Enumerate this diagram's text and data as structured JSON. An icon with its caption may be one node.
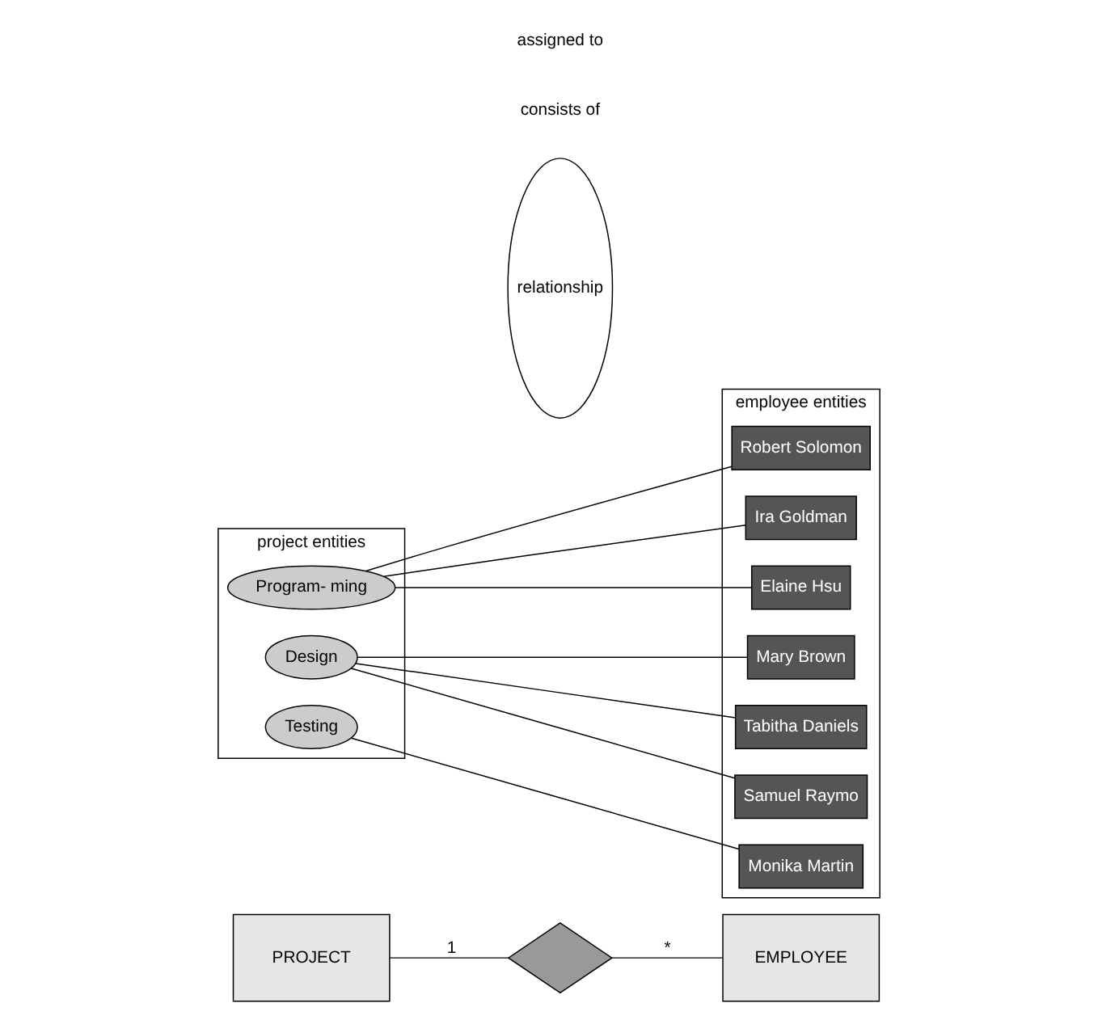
{
  "diagram": {
    "nodes": [
      {
        "text": [
          "PROJECT"
        ]
      },
      {
        "text": [],
        "shape": "diamond"
      },
      {
        "text": [
          "EMPLOYEE"
        ]
      },
      {
        "text": [
          "project entities"
        ]
      },
      {
        "text": [
          "Program- ming"
        ],
        "in": 3
      },
      {
        "text": [
          "Design"
        ],
        "in": 3
      },
      {
        "text": [
          "Testing"
        ],
        "in": 3
      },
      {
        "text": [
          "relationship"
        ]
      },
      {
        "text": [
          "employee entities"
        ]
      },
      {
        "text": [
          "Mary Brown"
        ],
        "in": 8
      },
      {
        "text": [
          "Robert Solomon"
        ],
        "in": 8
      },
      {
        "text": [
          "Tabitha Daniels"
        ],
        "in": 8
      },
      {
        "text": [
          "Monika Martin"
        ],
        "in": 8
      },
      {
        "text": [
          "Ira Goldman"
        ],
        "in": 8
      },
      {
        "text": [
          "Elaine Hsu"
        ],
        "in": 8
      },
      {
        "text": [
          "Samuel Raymo"
        ],
        "in": 8
      }
    ],
    "edges": [
      {
        "from": 0,
        "to": 1,
        "arrow": "none",
        "label": "1"
      },
      {
        "from": 1,
        "to": 2,
        "arrow": "none",
        "label": "*"
      },
      {
        "from": 4,
        "to": 10,
        "arrow": "none"
      },
      {
        "from": 4,
        "to": 13,
        "arrow": "none"
      },
      {
        "from": 4,
        "to": 14,
        "arrow": "none"
      },
      {
        "from": 5,
        "to": 9,
        "arrow": "none"
      },
      {
        "from": 5,
        "to": 11,
        "arrow": "none"
      },
      {
        "from": 5,
        "to": 15,
        "arrow": "none"
      },
      {
        "from": 6,
        "to": 12,
        "arrow": "none"
      }
    ],
    "labels": [
      "consists of",
      "assigned to"
    ]
  }
}
